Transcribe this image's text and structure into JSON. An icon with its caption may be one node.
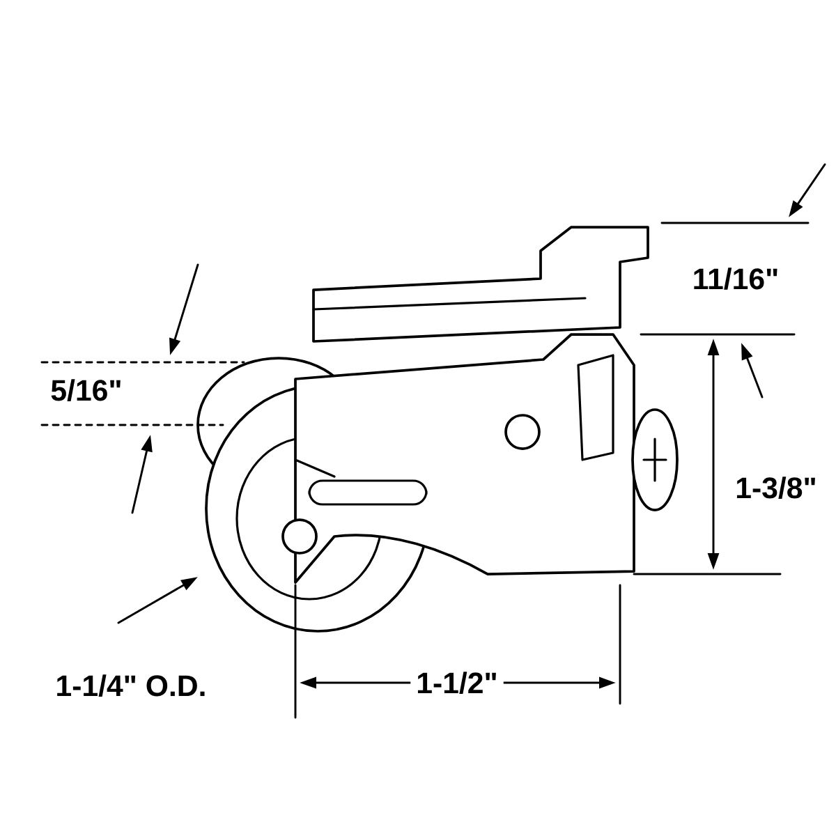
{
  "diagram": {
    "labels": [
      "11/16\"",
      "5/16\"",
      "1-3/8\"",
      "1-1/4\" O.D.",
      "1-1/2\""
    ]
  }
}
